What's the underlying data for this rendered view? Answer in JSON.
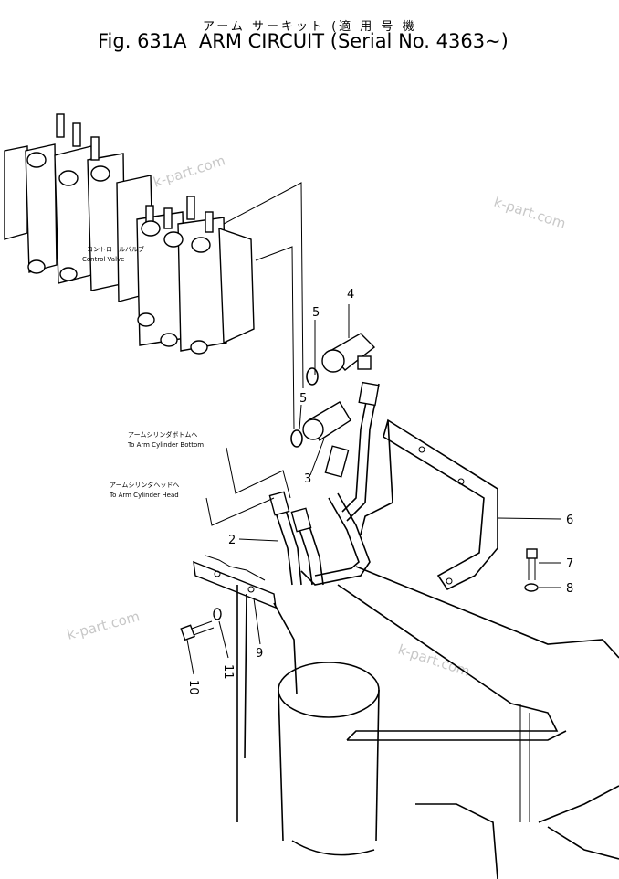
{
  "header": {
    "title_jp": "アーム サーキット (適 用 号 機",
    "fig_label": "Fig. 631A",
    "title_en": "ARM CIRCUIT",
    "serial": "(Serial No. 4363~)"
  },
  "notes": {
    "control_valve_jp": "コントロールバルブ",
    "control_valve_en": "Control Valve",
    "bottom_jp": "アームシリンダボトムへ",
    "bottom_en": "To Arm Cylinder Bottom",
    "head_jp": "アームシリンダヘッドへ",
    "head_en": "To Arm Cylinder Head"
  },
  "callouts": [
    "2",
    "3",
    "4",
    "5",
    "5",
    "6",
    "7",
    "8",
    "9",
    "10",
    "11"
  ],
  "watermarks": [
    "k-part.com",
    "k-part.com",
    "k-part.com",
    "k-part.com"
  ]
}
